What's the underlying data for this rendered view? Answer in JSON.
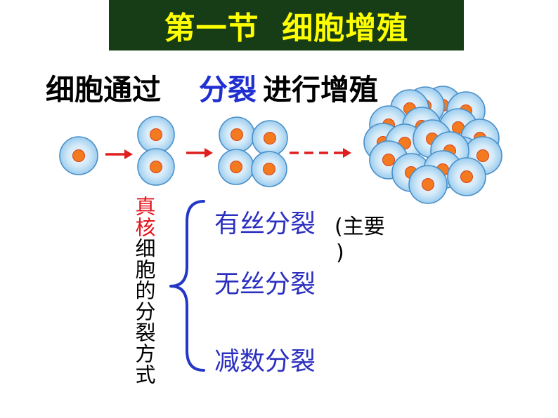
{
  "title": "第一节  细胞增殖",
  "sentence": {
    "part1": "细胞通过",
    "highlight": "分裂",
    "part2": "进行增殖"
  },
  "vertical_label": {
    "red_part": "真核",
    "black_part": "细胞的分裂方式"
  },
  "division_types": [
    "有丝分裂",
    "无丝分裂",
    "减数分裂"
  ],
  "note": {
    "open": "(主要",
    "close": ")"
  },
  "colors": {
    "title_background": "#173d17",
    "title_text": "#ffff00",
    "highlight_text": "#1f2fd0",
    "division_text": "#2b2fc0",
    "red_text": "#e3141b",
    "arrow": "#e01e1e",
    "cell_border": "#4a8fc8",
    "cell_fill": "#b7dbf2",
    "nucleus": "#f37a1f"
  }
}
